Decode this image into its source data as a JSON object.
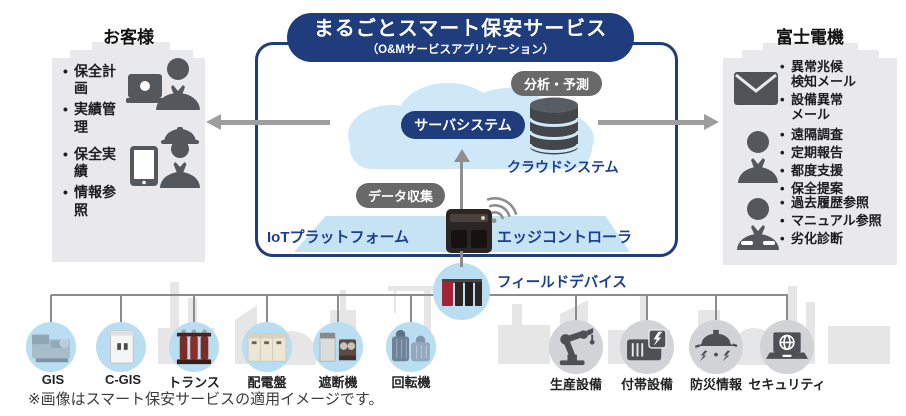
{
  "title": {
    "main": "まるごとスマート保安サービス",
    "sub": "（O&Mサービスアプリケーション）"
  },
  "customer": {
    "header": "お客様",
    "groups": [
      {
        "icon": "person-laptop-icon",
        "items": [
          "保全計画",
          "実績管理"
        ]
      },
      {
        "icon": "worker-tablet-icon",
        "items": [
          "保全実績",
          "情報参照"
        ]
      }
    ]
  },
  "fuji": {
    "header": "富士電機",
    "groups": [
      {
        "icon": "mail-icon",
        "items": [
          "異常兆候\n検知メール",
          "設備異常\nメール"
        ]
      },
      {
        "icon": "person-icon",
        "items": [
          "遠隔調査",
          "定期報告",
          "都度支援",
          "保全提案"
        ]
      },
      {
        "icon": "person-keyboard-icon",
        "items": [
          "過去履歴参照",
          "マニュアル参照",
          "劣化診断"
        ]
      }
    ]
  },
  "platform": {
    "analysis_label": "分析・予測",
    "server_label": "サーバシステム",
    "cloud_label": "クラウドシステム",
    "collect_label": "データ収集",
    "iot_label": "IoTプラットフォーム",
    "edge_label": "エッジコントローラ",
    "field_label": "フィールドデバイス"
  },
  "devices": [
    {
      "label": "GIS",
      "icon": "gis-switchgear-icon"
    },
    {
      "label": "C-GIS",
      "icon": "cgis-cabinet-icon"
    },
    {
      "label": "トランス",
      "icon": "transformer-icon"
    },
    {
      "label": "配電盤",
      "icon": "switchboard-icon"
    },
    {
      "label": "遮断機",
      "icon": "breaker-icon"
    },
    {
      "label": "回転機",
      "icon": "rotating-machine-icon"
    },
    {
      "label": "生産設備",
      "icon": "robot-arm-icon"
    },
    {
      "label": "付帯設備",
      "icon": "generator-icon"
    },
    {
      "label": "防災情報",
      "icon": "fire-alarm-icon"
    },
    {
      "label": "セキュリティ",
      "icon": "security-laptop-icon"
    }
  ],
  "note": "※画像はスマート保安サービスの適用イメージです。",
  "colors": {
    "navy": "#1f3c7c",
    "blue_text": "#1d3f91",
    "cloud_blue": "#cfe8f7",
    "band_blue": "#c6e3f3",
    "pill_gray": "#696969",
    "icon_gray": "#4f5256",
    "box_gray": "#e9e9ec",
    "circle_blue": "#b9ddf1",
    "circle_gray": "#d2d3d6"
  }
}
